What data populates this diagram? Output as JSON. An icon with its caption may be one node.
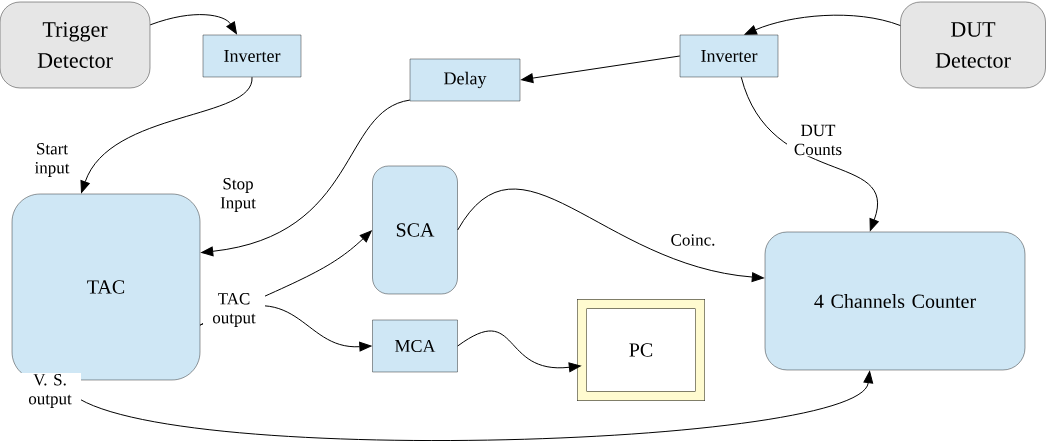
{
  "diagram": {
    "nodes": [
      {
        "text": [
          "Trigger Detector"
        ]
      },
      {
        "text": [
          "Inverter"
        ]
      },
      {
        "text": [
          "Delay"
        ]
      },
      {
        "text": [
          "Inverter"
        ]
      },
      {
        "text": [
          "DUT Detector"
        ]
      },
      {
        "text": [
          "TAC"
        ]
      },
      {
        "text": [
          "SCA"
        ]
      },
      {
        "text": [
          "MCA"
        ]
      },
      {
        "text": [
          "PC"
        ]
      },
      {
        "text": [
          "4 Channels Counter"
        ]
      }
    ],
    "edges": [
      {
        "from": 0,
        "to": 1,
        "arrow": "to"
      },
      {
        "from": 1,
        "to": 5,
        "arrow": "to",
        "label": "Start input"
      },
      {
        "from": 3,
        "to": 2,
        "arrow": "to"
      },
      {
        "from": 4,
        "to": 3,
        "arrow": "to"
      },
      {
        "from": 2,
        "to": 5,
        "arrow": "to",
        "label": "Stop Input"
      },
      {
        "from": 3,
        "to": 9,
        "arrow": "to",
        "label": "DUT Counts"
      },
      {
        "from": 5,
        "to": 6,
        "arrow": "to"
      },
      {
        "from": 6,
        "to": 9,
        "arrow": "to",
        "label": "Coinc."
      },
      {
        "from": 5,
        "to": 7,
        "arrow": "to",
        "label": "TAC output"
      },
      {
        "from": 7,
        "to": 8,
        "arrow": "to"
      },
      {
        "from": 5,
        "to": 9,
        "arrow": "to",
        "label": "V. S. output"
      }
    ]
  }
}
